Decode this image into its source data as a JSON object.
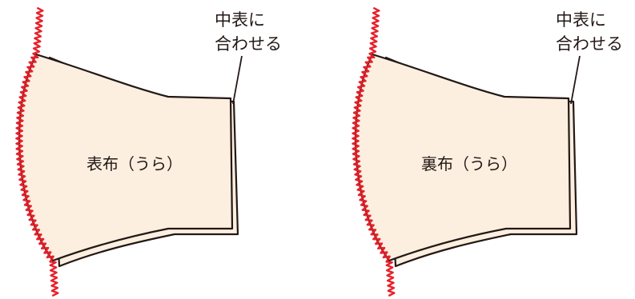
{
  "colors": {
    "fabric_fill": "#fcefe0",
    "outline": "#231815",
    "stitch": "#e8202a",
    "background": "#ffffff"
  },
  "panels": [
    {
      "fabric_label": "表布（うら）",
      "note_line1": "中表に",
      "note_line2": "合わせる"
    },
    {
      "fabric_label": "裏布（うら）",
      "note_line1": "中表に",
      "note_line2": "合わせる"
    }
  ]
}
